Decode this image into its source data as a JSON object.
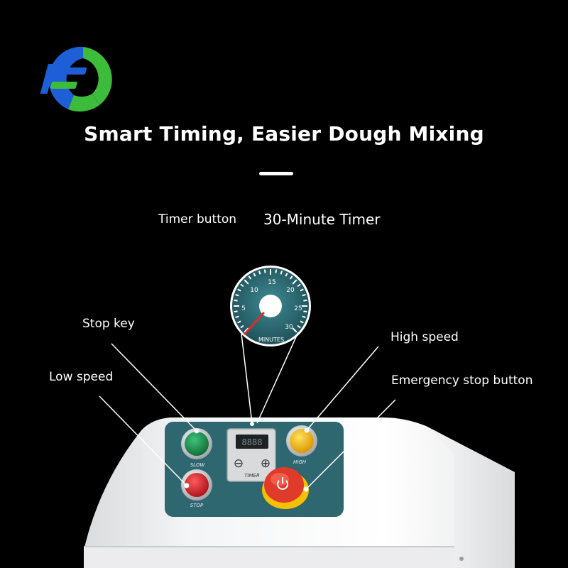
{
  "headline": "Smart Timing, Easier Dough Mixing",
  "subtitle": {
    "left": "Timer button",
    "right": "30-Minute Timer"
  },
  "callouts": {
    "stop_key": "Stop key",
    "low_speed": "Low speed",
    "high_speed": "High speed",
    "emergency_stop": "Emergency stop button"
  },
  "dial": {
    "ticks": [
      "5",
      "10",
      "15",
      "20",
      "25",
      "30"
    ],
    "unit": "MINUTES"
  },
  "panel": {
    "slow_label": "SLOW",
    "stop_label": "STOP",
    "high_label": "HIGH",
    "timer_label": "TIMER",
    "display": "8888",
    "minus": "⊖",
    "plus": "⊕"
  },
  "colors": {
    "logo_blue": "#1e5fd8",
    "logo_green": "#3dbb3a",
    "panel": "#2f6770",
    "slow_button": "#1f8a4c",
    "stop_button": "#d4232b",
    "high_button": "#f2b705",
    "emergency_button": "#e03a2a",
    "emergency_ring": "#f5c000"
  }
}
